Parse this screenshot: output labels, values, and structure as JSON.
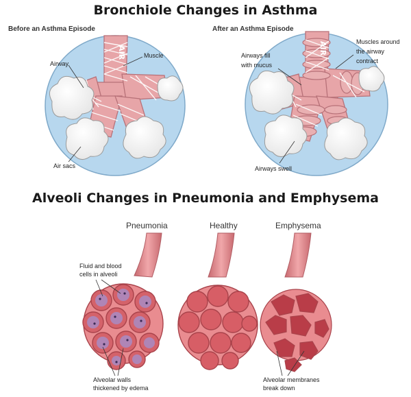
{
  "asthma": {
    "title": "Bronchiole Changes in Asthma",
    "before_title": "Before an Asthma Episode",
    "after_title": "After an Asthma Episode",
    "labels": {
      "airway": "Airway",
      "muscle": "Muscle",
      "air_sacs": "Air sacs",
      "airways_fill_1": "Airways fill",
      "airways_fill_2": "with mucus",
      "muscles_around_1": "Muscles around",
      "muscles_around_2": "the airway",
      "muscles_around_3": "contract",
      "airways_swell": "Airways swell",
      "air_text": "AIR"
    }
  },
  "alveoli": {
    "title": "Alveoli Changes in Pneumonia and Emphysema",
    "columns": [
      "Pneumonia",
      "Healthy",
      "Emphysema"
    ],
    "labels": {
      "fluid_1": "Fluid and blood",
      "fluid_2": "cells in alveoli",
      "walls_1": "Alveolar walls",
      "walls_2": "thickened by edema",
      "membranes_1": "Alveolar membranes",
      "membranes_2": "break down"
    }
  },
  "colors": {
    "sky": "#b7d7ee",
    "cloud": "#ffffff",
    "airway": "#e7a5a8",
    "airway_dark": "#c57a80",
    "alveoli": "#e2777c",
    "alveoli_dark": "#b94a52"
  }
}
